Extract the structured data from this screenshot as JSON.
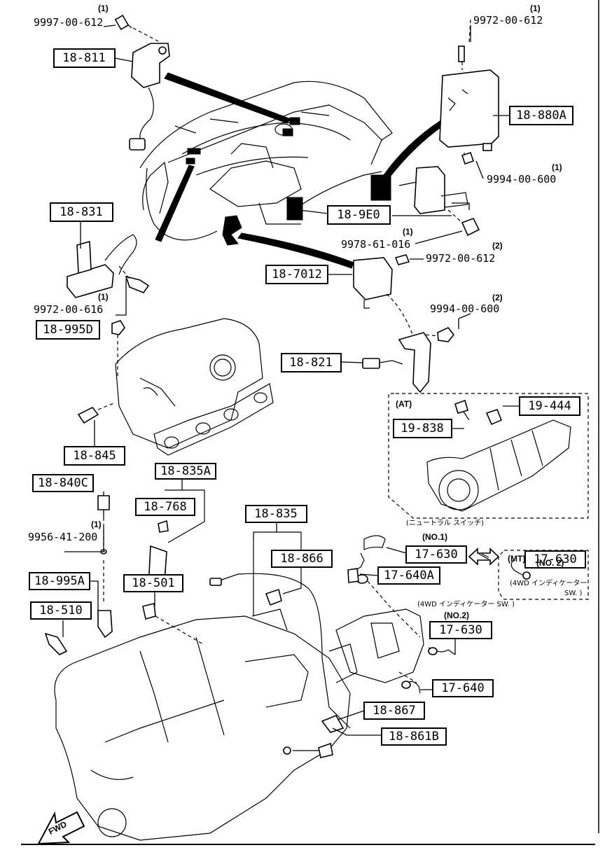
{
  "boxed_labels": [
    {
      "id": "b18811",
      "text": "18-811"
    },
    {
      "id": "b18880A",
      "text": "18-880A"
    },
    {
      "id": "b18831",
      "text": "18-831"
    },
    {
      "id": "b189E0",
      "text": "18-9E0"
    },
    {
      "id": "b187012",
      "text": "18-7012"
    },
    {
      "id": "b18995D",
      "text": "18-995D"
    },
    {
      "id": "b18821",
      "text": "18-821"
    },
    {
      "id": "b19444",
      "text": "19-444"
    },
    {
      "id": "b19838",
      "text": "19-838"
    },
    {
      "id": "b18845",
      "text": "18-845"
    },
    {
      "id": "b18835A",
      "text": "18-835A"
    },
    {
      "id": "b18840C",
      "text": "18-840C"
    },
    {
      "id": "b18768",
      "text": "18-768"
    },
    {
      "id": "b18835",
      "text": "18-835"
    },
    {
      "id": "b18866",
      "text": "18-866"
    },
    {
      "id": "b17630a",
      "text": "17-630"
    },
    {
      "id": "b17630mt",
      "text": "17-630"
    },
    {
      "id": "b17640A",
      "text": "17-640A"
    },
    {
      "id": "b18995A",
      "text": "18-995A"
    },
    {
      "id": "b18501",
      "text": "18-501"
    },
    {
      "id": "b18510",
      "text": "18-510"
    },
    {
      "id": "b17630b",
      "text": "17-630"
    },
    {
      "id": "b17640",
      "text": "17-640"
    },
    {
      "id": "b18867",
      "text": "18-867"
    },
    {
      "id": "b18861B",
      "text": "18-861B"
    }
  ],
  "bolt_labels": [
    {
      "id": "p1",
      "qty": "(1)",
      "num": "9997-00-612"
    },
    {
      "id": "p2",
      "qty": "(1)",
      "num": "9972-00-612"
    },
    {
      "id": "p3",
      "qty": "(1)",
      "num": "9994-00-600"
    },
    {
      "id": "p4",
      "qty": "(1)",
      "num": "9978-61-016"
    },
    {
      "id": "p5",
      "qty": "(2)",
      "num": "9972-00-612"
    },
    {
      "id": "p6",
      "qty": "(1)",
      "num": "9972-00-616"
    },
    {
      "id": "p7",
      "qty": "(2)",
      "num": "9994-00-600"
    },
    {
      "id": "p8",
      "qty": "(1)",
      "num": "9956-41-200"
    }
  ],
  "notes": {
    "at": "(AT)",
    "mt": "(MT)",
    "neutral_jp": "(ニュートラル スイッチ)",
    "no1": "(NO.1)",
    "no2_mt": "(NO. 2)",
    "indicator_mt_1": "(4WD インディケーター",
    "indicator_mt_2": "SW. )",
    "indicator_4wd": "(4WD インディケーター SW. )",
    "no2": "(NO.2)",
    "fwd": "FWD"
  }
}
